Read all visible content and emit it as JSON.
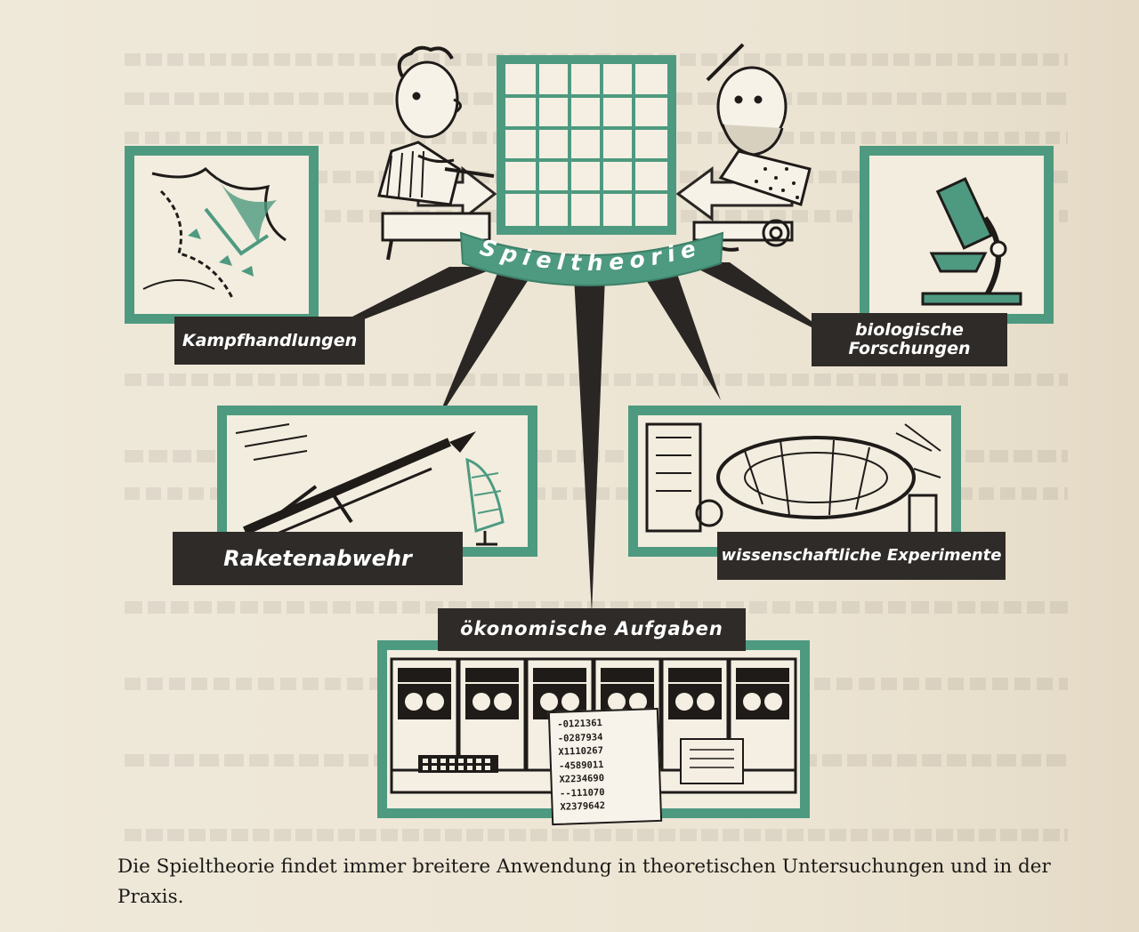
{
  "labels": {
    "center": "Spieltheorie",
    "combat": "Kampfhandlungen",
    "biology": "biologische Forschungen",
    "missile": "Raketenabwehr",
    "science": "wissenschaftliche Experimente",
    "economy": "ökonomische Aufgaben"
  },
  "printout": [
    "-0121361",
    "-0287934",
    "X1110267",
    "-4589011",
    "X2234690",
    "--111070",
    "X2379642"
  ],
  "caption": "Die Spieltheorie findet immer breitere Anwendung in theoretischen Untersuchungen und in der Praxis.",
  "colors": {
    "accent": "#4e9a80",
    "dark": "#2f2b28",
    "paper": "#ede6d6"
  }
}
